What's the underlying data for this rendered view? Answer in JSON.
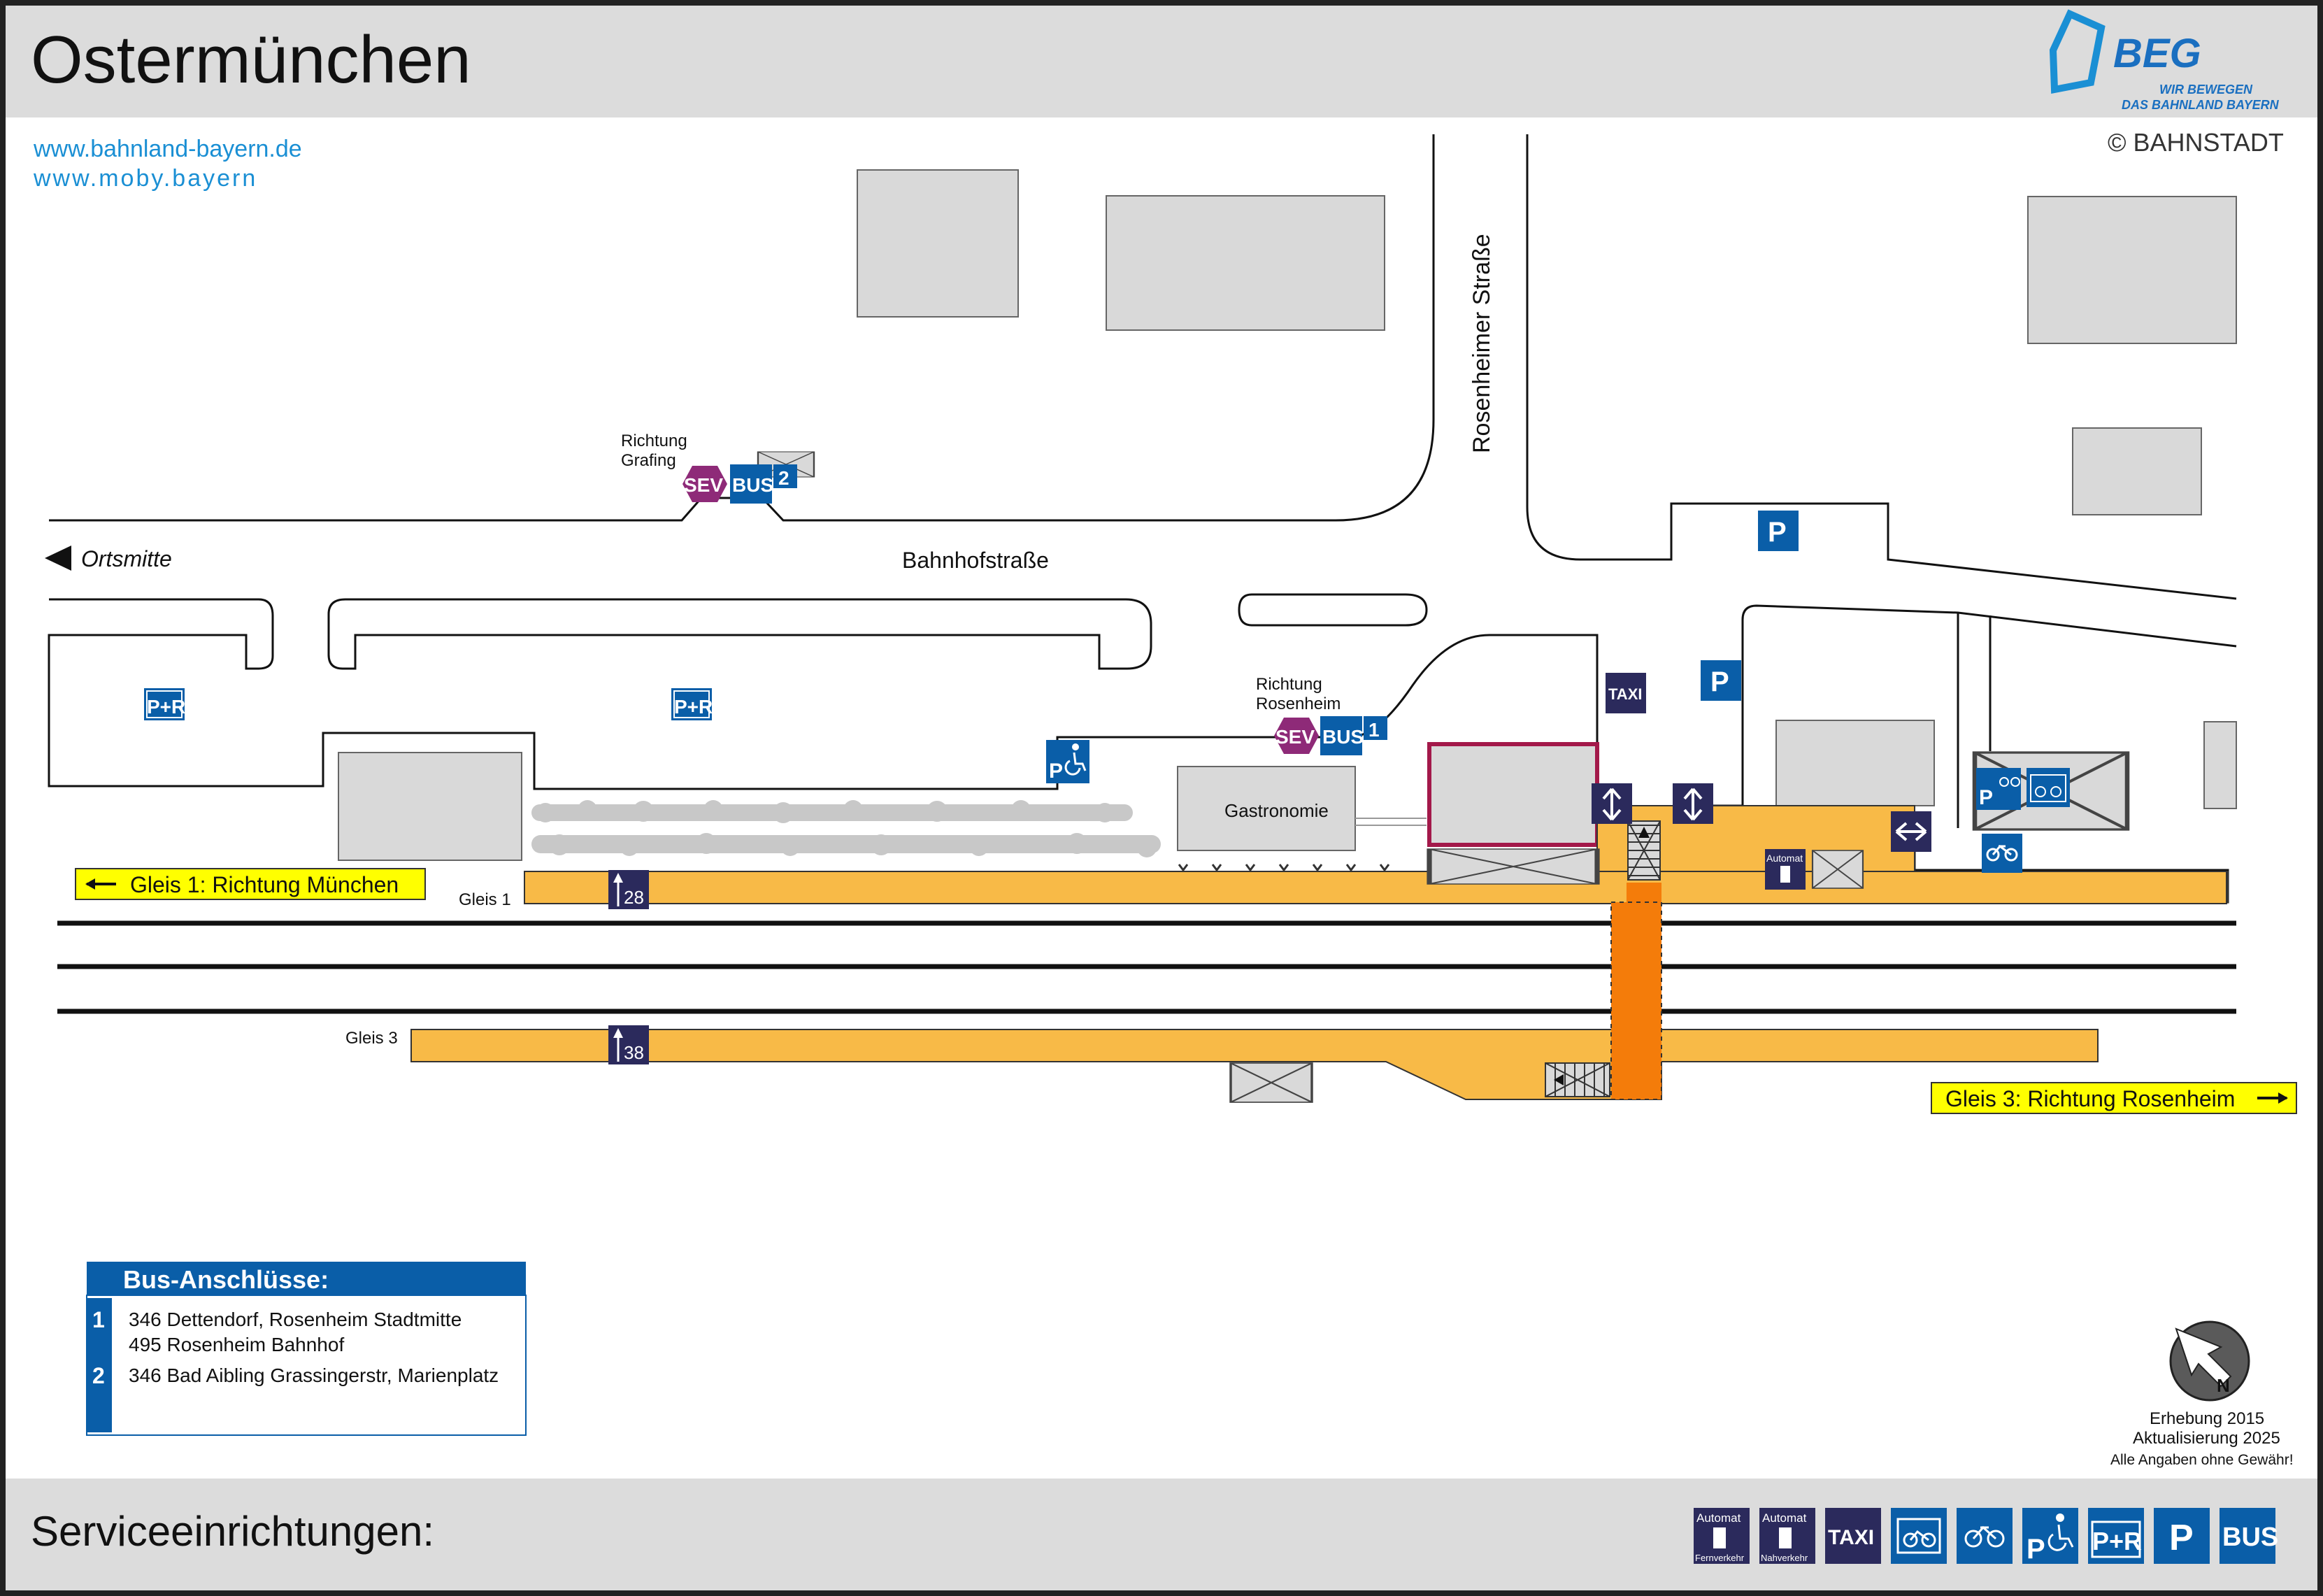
{
  "header": {
    "title": "Ostermünchen",
    "logo_text": "BEG",
    "logo_slogan_1": "WIR BEWEGEN",
    "logo_slogan_2": "DAS BAHNLAND BAYERN",
    "copyright": "© BAHNSTADT",
    "link_1": "www.bahnland-bayern.de",
    "link_2": "www.moby.bayern"
  },
  "map": {
    "street_rosenheimer": "Rosenheimer Straße",
    "street_bahnhof": "Bahnhofstraße",
    "ortsmitte": "Ortsmitte",
    "richtung_grafing": [
      "Richtung",
      "Grafing"
    ],
    "richtung_rosenheim": [
      "Richtung",
      "Rosenheim"
    ],
    "gastronomie": "Gastronomie",
    "gleis1_label": "Gleis 1",
    "gleis3_label": "Gleis 3",
    "gleis1_direction": "Gleis 1: Richtung München",
    "gleis3_direction": "Gleis 3: Richtung Rosenheim",
    "platform1_height": "28",
    "platform3_height": "38",
    "stop_1": "1",
    "stop_2": "2",
    "sev": "SEV",
    "bus": "BUS",
    "taxi": "TAXI",
    "parking": "P",
    "park_ride": "P+R",
    "automat": "Automat",
    "colors": {
      "platform": "#f8ba47",
      "underpass": "#f47c0a",
      "sign_blue": "#0a5ea8",
      "sign_dark": "#2b2a5c",
      "sev_purple": "#8e2a78",
      "building": "#d9d9d9",
      "station_frame": "#a3194a",
      "direction_yellow": "#ffff00"
    }
  },
  "bus_connections": {
    "title": "Bus-Anschlüsse:",
    "rows": [
      {
        "stop": "1",
        "lines": [
          "346 Dettendorf, Rosenheim Stadtmitte",
          "495 Rosenheim Bahnhof"
        ]
      },
      {
        "stop": "2",
        "lines": [
          "346 Bad Aibling Grassingerstr, Marienplatz"
        ]
      }
    ]
  },
  "footer_info": {
    "erhebung": "Erhebung 2015",
    "aktualisierung": "Aktualisierung 2025",
    "disclaimer": "Alle Angaben ohne Gewähr!",
    "north": "N"
  },
  "services": {
    "label": "Serviceeinrichtungen:",
    "icons": [
      {
        "name": "automat-fernverkehr-icon",
        "top": "Automat",
        "bottom": "Fernverkehr"
      },
      {
        "name": "automat-nahverkehr-icon",
        "top": "Automat",
        "bottom": "Nahverkehr"
      },
      {
        "name": "taxi-icon",
        "text": "TAXI"
      },
      {
        "name": "bike-box-icon"
      },
      {
        "name": "bike-parking-icon"
      },
      {
        "name": "disabled-parking-icon",
        "text": "P"
      },
      {
        "name": "park-ride-icon",
        "text": "P+R"
      },
      {
        "name": "parking-icon",
        "text": "P"
      },
      {
        "name": "bus-icon",
        "text": "BUS"
      }
    ]
  }
}
